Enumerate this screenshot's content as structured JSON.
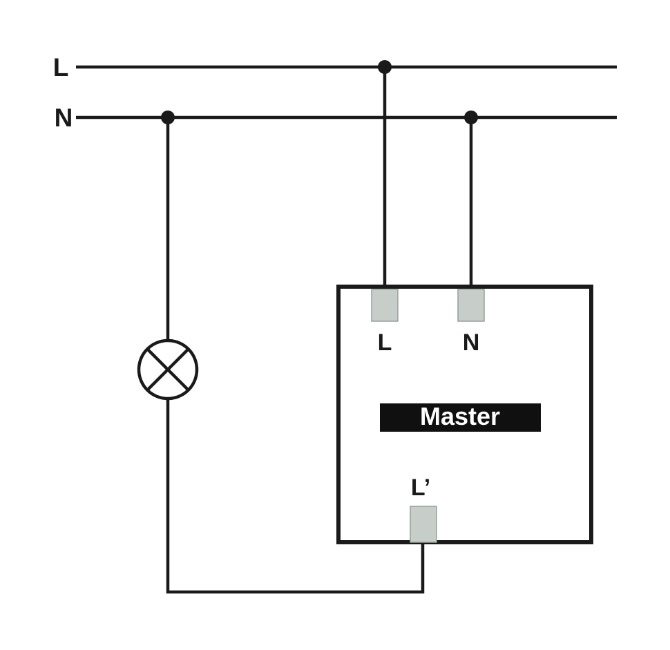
{
  "diagram": {
    "supply_lines": {
      "l_label": "L",
      "n_label": "N"
    },
    "device": {
      "label": "Master",
      "terminals": {
        "l": "L",
        "n": "N",
        "l_out": "L’"
      }
    },
    "colors": {
      "wire": "#1a1a1a",
      "terminal_fill": "#c7cdc9",
      "device_border": "#1a1a1a",
      "device_bar_bg": "#101010",
      "device_bar_text": "#ffffff",
      "background": "#ffffff"
    }
  }
}
